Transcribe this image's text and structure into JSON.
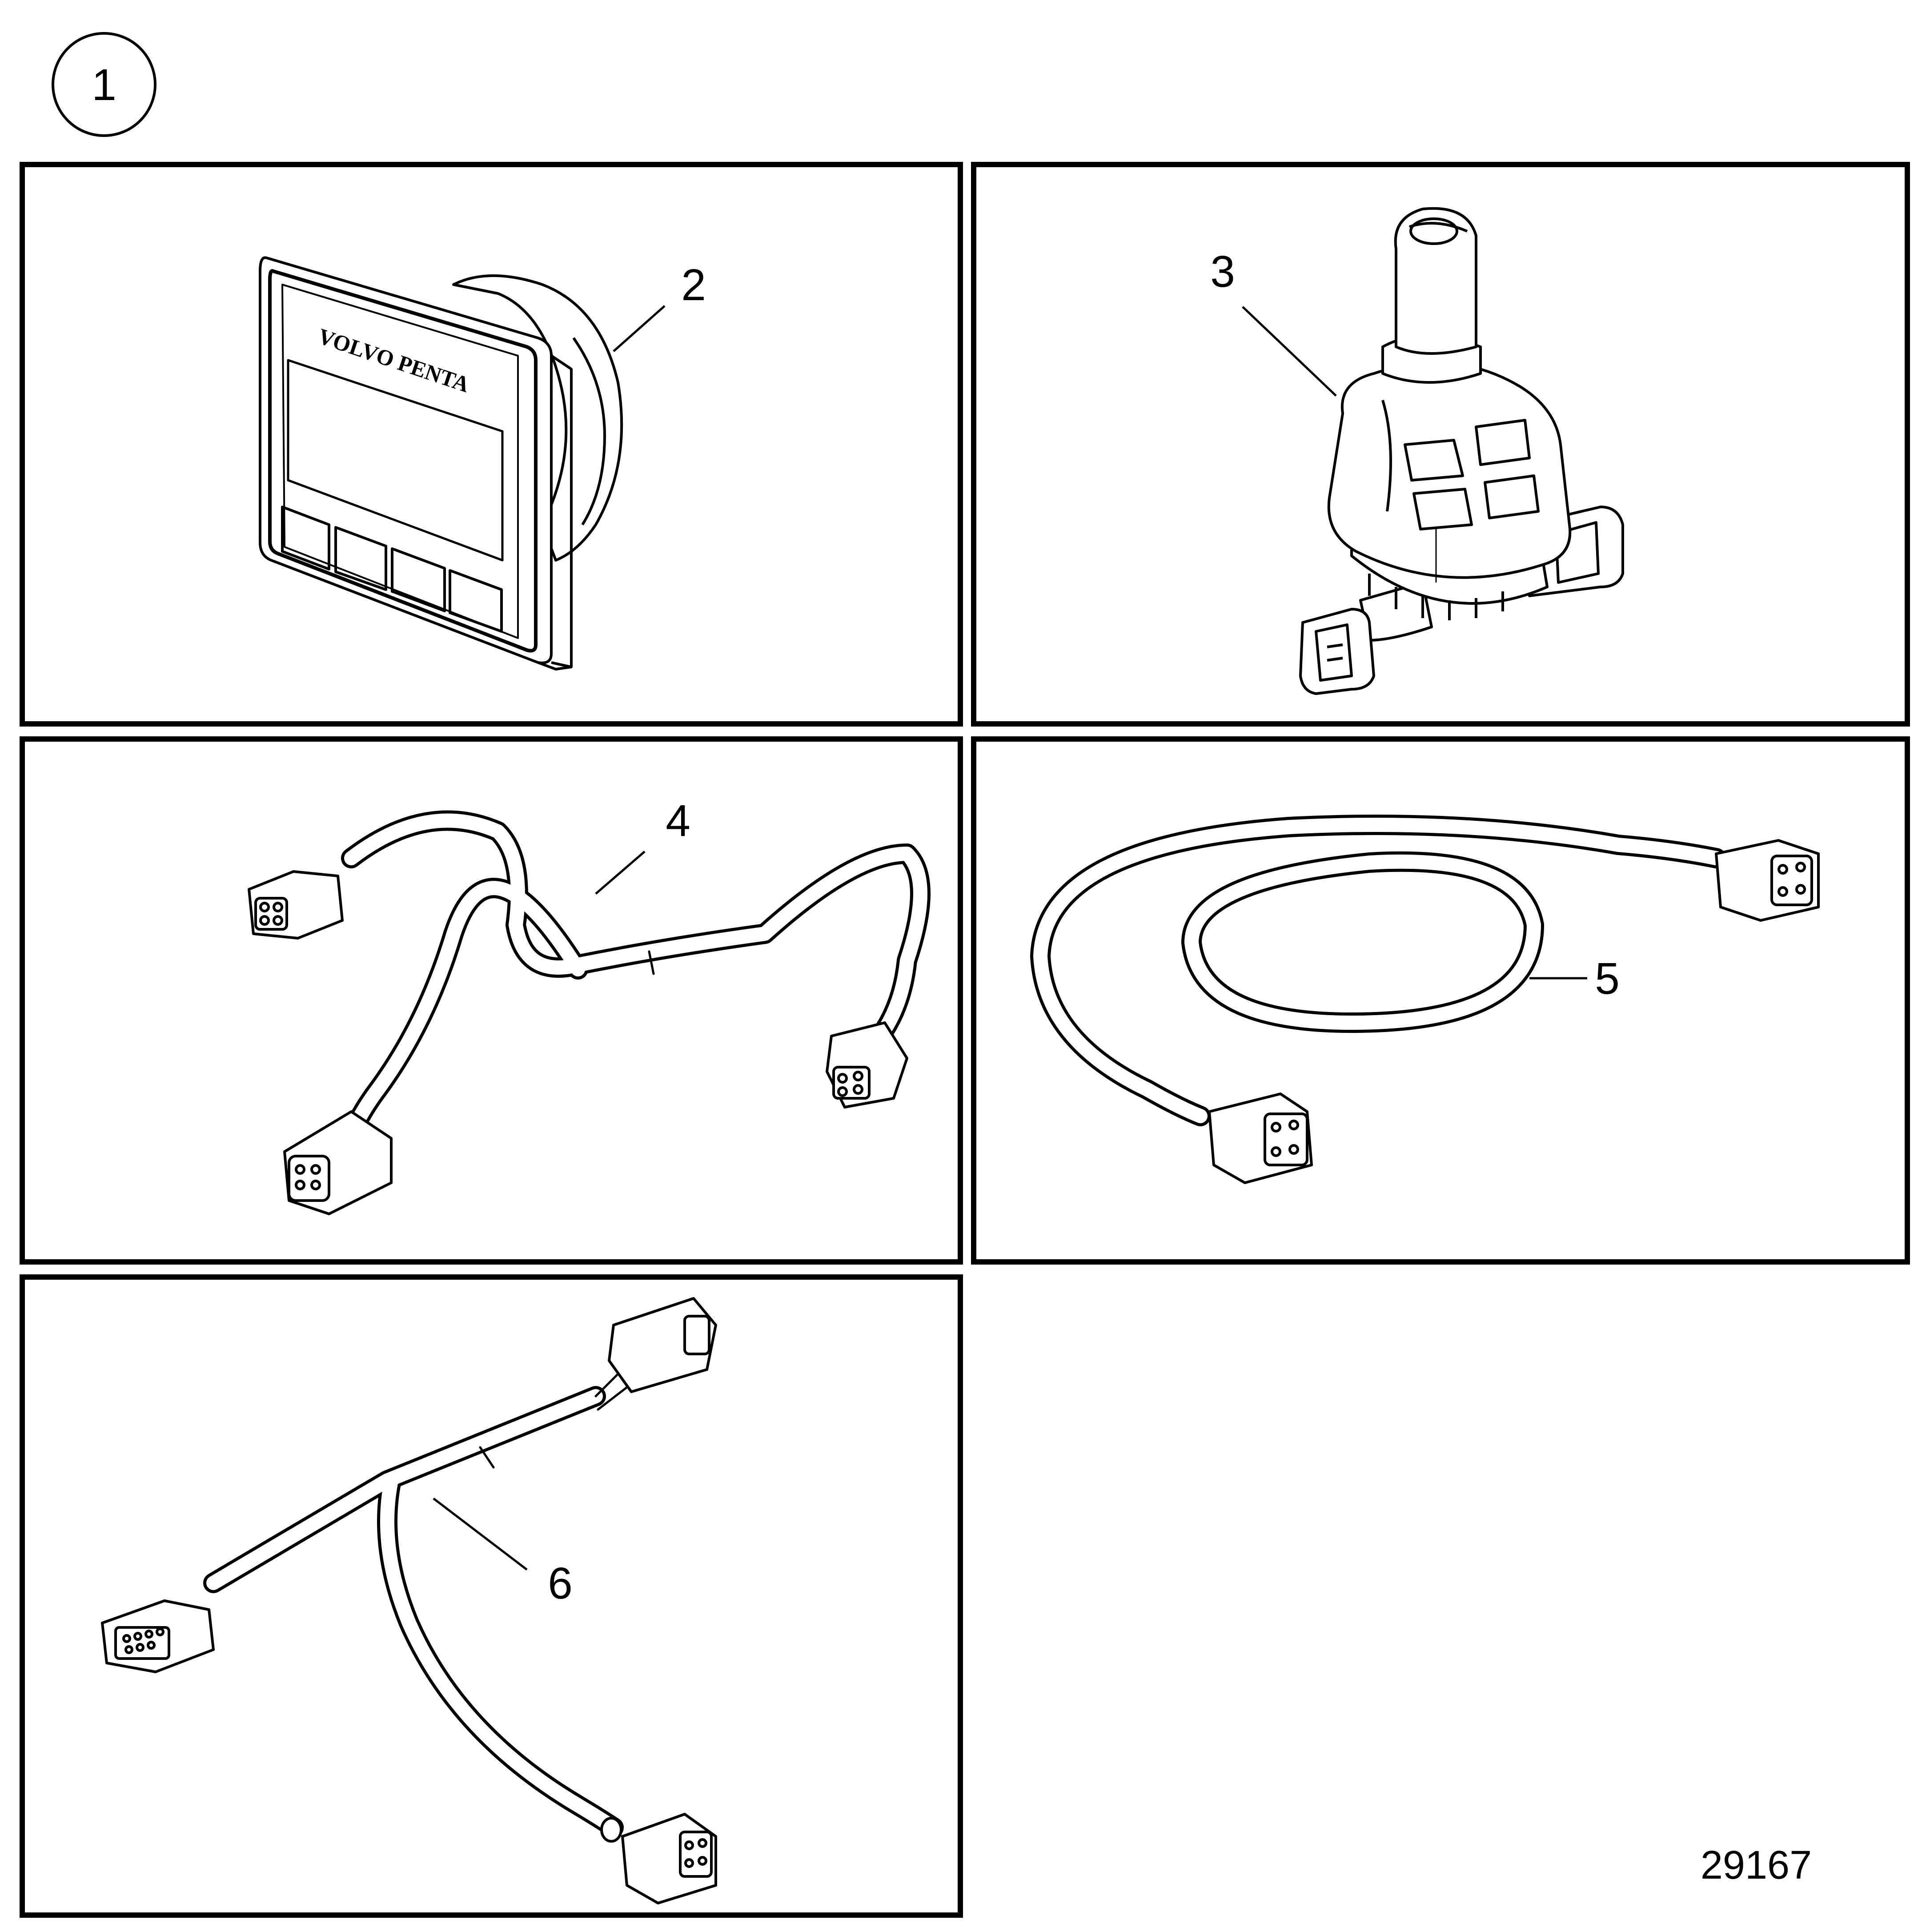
{
  "figure_number": "1",
  "panels": [
    {
      "callout": "2",
      "part": "display"
    },
    {
      "callout": "3",
      "part": "joystick"
    },
    {
      "callout": "4",
      "part": "harness-y"
    },
    {
      "callout": "5",
      "part": "cable"
    },
    {
      "callout": "6",
      "part": "harness-y-dsub"
    }
  ],
  "display_brand": "VOLVO PENTA",
  "image_id": "29167",
  "colors": {
    "ink": "#000000",
    "paper": "#ffffff",
    "shade": "#e8e8e8"
  }
}
